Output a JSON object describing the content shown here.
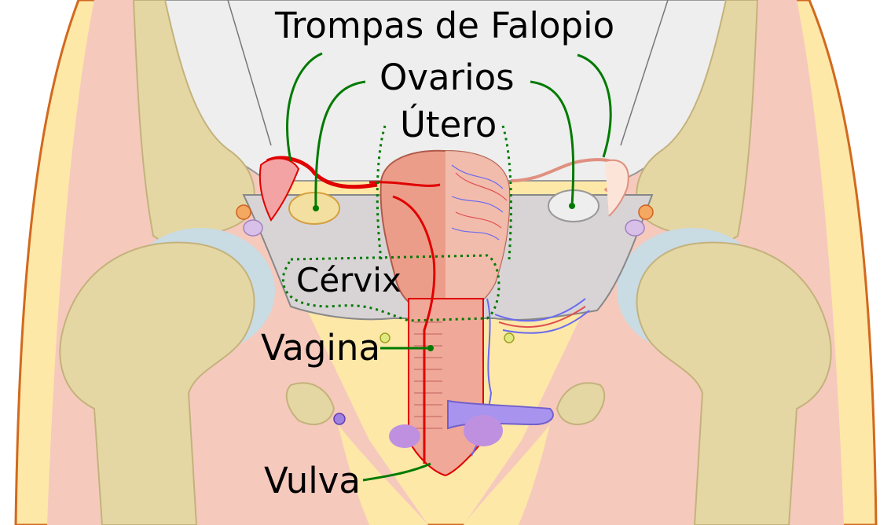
{
  "labels": {
    "fallopian_tubes": "Trompas de Falopio",
    "ovaries": "Ovarios",
    "uterus": "Útero",
    "cervix": "Cérvix",
    "vagina": "Vagina",
    "vulva": "Vulva"
  },
  "colors": {
    "skin": "#fde8a8",
    "muscle": "#f6c9bd",
    "bone": "#e5d7a3",
    "bone_outline": "#c4b27c",
    "cartilage": "#c9dbe3",
    "pelvic_floor": "#d8d4d6",
    "background_organ": "#eeeeee",
    "leader_line": "#007a00",
    "artery": "#e00000",
    "vein": "#6a6aee",
    "uterus": "#ec9d8a",
    "outline": "#d2691e"
  }
}
